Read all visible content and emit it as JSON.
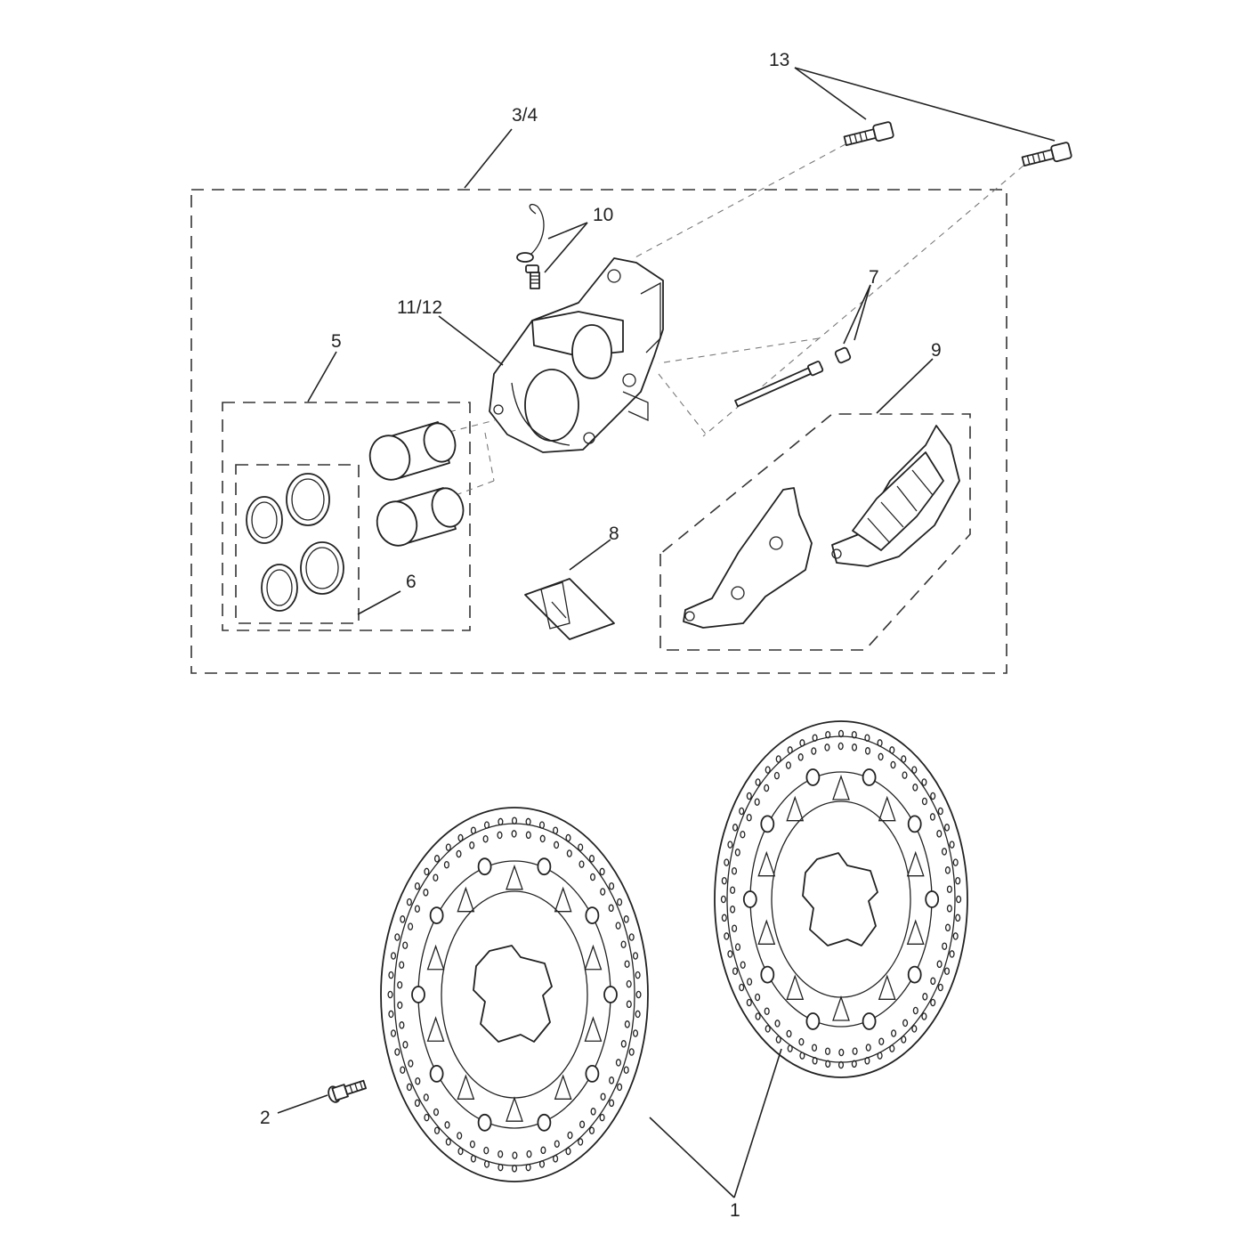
{
  "diagram": {
    "labels": {
      "disc": "1",
      "disc_bolt": "2",
      "caliper_assembly": "3/4",
      "piston": "5",
      "seal": "6",
      "pin_and_plug": "7",
      "spring_clip": "8",
      "pad_set": "9",
      "bleed_valve": "10",
      "caliper_body": "11/12",
      "mount_bolts": "13"
    }
  }
}
